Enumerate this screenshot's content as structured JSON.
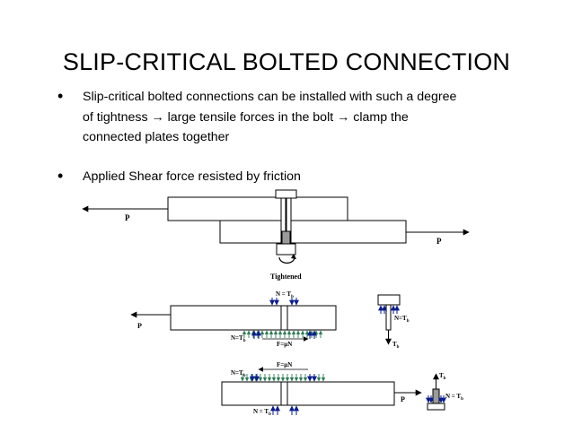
{
  "slide": {
    "title": "SLIP-CRITICAL BOLTED CONNECTION",
    "bullets": [
      {
        "marker": "•",
        "lines": [
          "Slip-critical bolted connections can be installed with such a degree",
          "of tightness → large tensile forces in the bolt → clamp the",
          "connected plates together"
        ]
      },
      {
        "marker": "•",
        "lines": [
          "Applied Shear force resisted by friction"
        ]
      }
    ]
  },
  "diagram1": {
    "p_left": "P",
    "p_right": "P",
    "tightened": "Tightened"
  },
  "diagram2": {
    "p_left": "P",
    "n_top": "N = T",
    "n_left": "N=T",
    "f_label": "F=μN",
    "sub_b": "b",
    "side_n": "N=T",
    "side_t": "T"
  },
  "diagram3": {
    "f_label": "F=μN",
    "n_left": "N=T",
    "n_bottom": "N = T",
    "p_right": "P",
    "side_t": "T",
    "side_n": "N = T",
    "sub_b": "b"
  }
}
